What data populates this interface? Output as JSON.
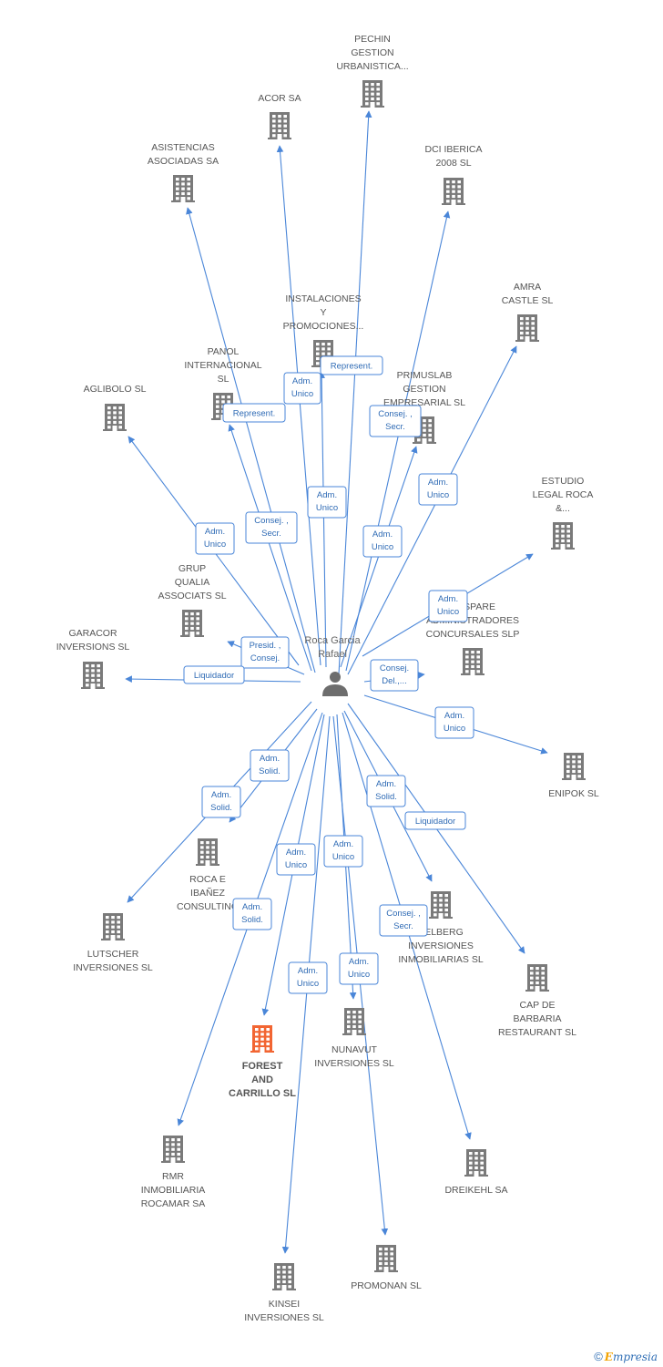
{
  "colors": {
    "edge": "#4a86d8",
    "building": "#7a7a7a",
    "highlight": "#f26532",
    "person": "#6d6d6d"
  },
  "person": {
    "label_lines": [
      "Roca Garcia",
      "Rafael"
    ]
  },
  "companies": [
    {
      "id": "pechin",
      "lines": [
        "PECHIN",
        "GESTION",
        "URBANISTICA..."
      ],
      "highlight": false
    },
    {
      "id": "acor",
      "lines": [
        "ACOR SA"
      ],
      "highlight": false
    },
    {
      "id": "asistencias",
      "lines": [
        "ASISTENCIAS",
        "ASOCIADAS SA"
      ],
      "highlight": false
    },
    {
      "id": "dci",
      "lines": [
        "DCI IBERICA",
        "2008  SL"
      ],
      "highlight": false
    },
    {
      "id": "amra",
      "lines": [
        "AMRA",
        "CASTLE  SL"
      ],
      "highlight": false
    },
    {
      "id": "instalaciones",
      "lines": [
        "INSTALACIONES",
        "Y",
        "PROMOCIONES..."
      ],
      "highlight": false
    },
    {
      "id": "panol",
      "lines": [
        "PANOL",
        "INTERNACIONAL",
        "SL"
      ],
      "highlight": false
    },
    {
      "id": "primuslab",
      "lines": [
        "PRIMUSLAB",
        "GESTION",
        "EMPRESARIAL SL"
      ],
      "highlight": false
    },
    {
      "id": "aglibolo",
      "lines": [
        "AGLIBOLO SL"
      ],
      "highlight": false
    },
    {
      "id": "estudio",
      "lines": [
        "ESTUDIO",
        "LEGAL ROCA",
        "&..."
      ],
      "highlight": false
    },
    {
      "id": "grup",
      "lines": [
        "GRUP",
        "QUALIA",
        "ASSOCIATS  SL"
      ],
      "highlight": false
    },
    {
      "id": "gaspare",
      "lines": [
        "GASPARE",
        "ADMINISTRADORES",
        "CONCURSALES SLP"
      ],
      "highlight": false
    },
    {
      "id": "garacor",
      "lines": [
        "GARACOR",
        "INVERSIONS SL"
      ],
      "highlight": false
    },
    {
      "id": "enipok",
      "lines": [
        "ENIPOK  SL"
      ],
      "highlight": false
    },
    {
      "id": "roca_ibanez",
      "lines": [
        "ROCA E",
        "IBAÑEZ",
        "CONSULTING"
      ],
      "highlight": false
    },
    {
      "id": "lutscher",
      "lines": [
        "LUTSCHER",
        "INVERSIONES SL"
      ],
      "highlight": false
    },
    {
      "id": "kelberg",
      "lines": [
        "KELBERG",
        "INVERSIONES",
        "INMOBILIARIAS SL"
      ],
      "highlight": false
    },
    {
      "id": "cap",
      "lines": [
        "CAP DE",
        "BARBARIA",
        "RESTAURANT SL"
      ],
      "highlight": false
    },
    {
      "id": "nunavut",
      "lines": [
        "NUNAVUT",
        "INVERSIONES SL"
      ],
      "highlight": false
    },
    {
      "id": "forest",
      "lines": [
        "FOREST",
        "AND",
        "CARRILLO SL"
      ],
      "highlight": true
    },
    {
      "id": "rmr",
      "lines": [
        "RMR",
        "INMOBILIARIA",
        "ROCAMAR SA"
      ],
      "highlight": false
    },
    {
      "id": "dreikehl",
      "lines": [
        "DREIKEHL SA"
      ],
      "highlight": false
    },
    {
      "id": "kinsei",
      "lines": [
        "KINSEI",
        "INVERSIONES SL"
      ],
      "highlight": false
    },
    {
      "id": "promonan",
      "lines": [
        "PROMONAN SL"
      ],
      "highlight": false
    }
  ],
  "edges": [
    {
      "to": "pechin",
      "label": [
        "Represent."
      ]
    },
    {
      "to": "acor",
      "label": [
        "Adm.",
        "Unico"
      ]
    },
    {
      "to": "asistencias",
      "label": [
        "Consej. ,",
        "Secr."
      ]
    },
    {
      "to": "dci",
      "label": [
        "Consej. ,",
        "Secr."
      ]
    },
    {
      "to": "amra",
      "label": [
        "Adm.",
        "Unico"
      ]
    },
    {
      "to": "instalaciones",
      "label": [
        "Adm.",
        "Unico"
      ]
    },
    {
      "to": "panol",
      "label": [
        "Represent."
      ]
    },
    {
      "to": "primuslab",
      "label": [
        "Adm.",
        "Unico"
      ]
    },
    {
      "to": "aglibolo",
      "label": [
        "Adm.",
        "Unico"
      ]
    },
    {
      "to": "estudio",
      "label": [
        "Adm.",
        "Unico"
      ]
    },
    {
      "to": "gaspare",
      "label": [
        "Consej.",
        "Del.,..."
      ]
    },
    {
      "to": "grup",
      "label": [
        "Presid. ,",
        "Consej."
      ]
    },
    {
      "to": "garacor",
      "label": [
        "Liquidador"
      ]
    },
    {
      "to": "enipok",
      "label": [
        "Adm.",
        "Unico"
      ]
    },
    {
      "to": "roca_ibanez",
      "label": [
        "Adm.",
        "Solid."
      ]
    },
    {
      "to": "lutscher",
      "label": [
        "Adm.",
        "Solid."
      ]
    },
    {
      "to": "kelberg",
      "label": [
        "Adm.",
        "Solid."
      ]
    },
    {
      "to": "cap",
      "label": [
        "Liquidador"
      ]
    },
    {
      "to": "nunavut",
      "label": [
        "Adm.",
        "Unico"
      ]
    },
    {
      "to": "forest",
      "label": [
        "Adm.",
        "Unico"
      ]
    },
    {
      "to": "rmr",
      "label": [
        "Adm.",
        "Solid."
      ]
    },
    {
      "to": "dreikehl",
      "label": [
        "Consej. ,",
        "Secr."
      ]
    },
    {
      "to": "kinsei",
      "label": [
        "Adm.",
        "Unico"
      ]
    },
    {
      "to": "promonan",
      "label": [
        "Adm.",
        "Unico"
      ]
    }
  ],
  "footer": {
    "copyright": "©",
    "brand_e": "E",
    "brand": "mpresia"
  }
}
